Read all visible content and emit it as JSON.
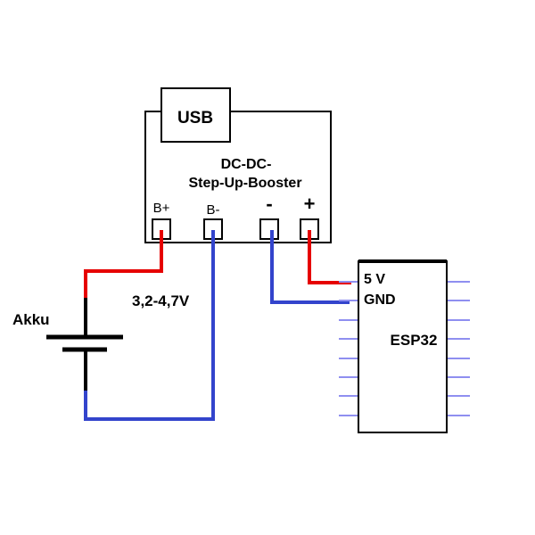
{
  "booster": {
    "usb_label": "USB",
    "title_line1": "DC-DC-",
    "title_line2": "Step-Up-Booster",
    "terminals": {
      "b_plus": "B+",
      "b_minus": "B-",
      "minus": "-",
      "plus": "+"
    }
  },
  "battery": {
    "label": "Akku",
    "voltage": "3,2-4,7V"
  },
  "esp32": {
    "name": "ESP32",
    "pin_5v": "5 V",
    "pin_gnd": "GND",
    "pins_per_side": 8
  },
  "colors": {
    "positive_wire": "#e60000",
    "negative_wire": "#3344cc",
    "ground_wire": "#000000",
    "pin_stub": "#8f8ff0"
  }
}
